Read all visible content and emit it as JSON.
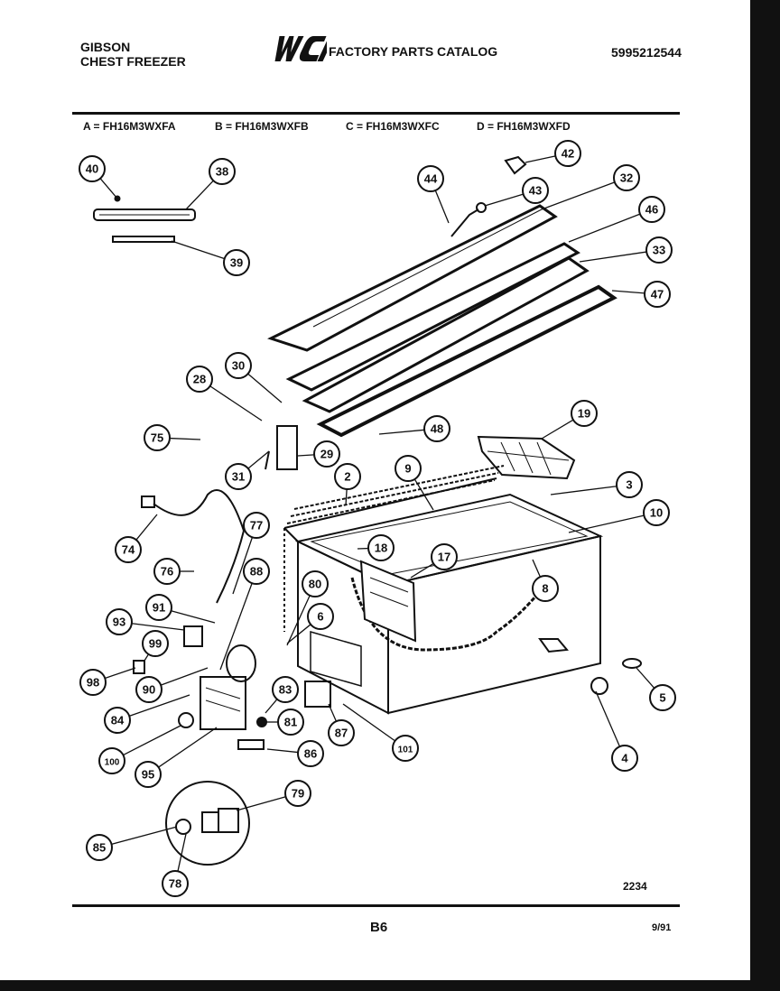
{
  "header": {
    "brand": "GIBSON",
    "product": "CHEST FREEZER",
    "logo": "WCI",
    "catalog_title": "FACTORY PARTS CATALOG",
    "part_number": "5995212544"
  },
  "models": [
    "A = FH16M3WXFA",
    "B = FH16M3WXFB",
    "C = FH16M3WXFC",
    "D = FH16M3WXFD"
  ],
  "callouts": [
    "40",
    "38",
    "39",
    "42",
    "44",
    "43",
    "32",
    "46",
    "33",
    "47",
    "28",
    "30",
    "75",
    "31",
    "29",
    "48",
    "19",
    "2",
    "9",
    "3",
    "10",
    "77",
    "18",
    "17",
    "74",
    "76",
    "88",
    "80",
    "8",
    "91",
    "6",
    "93",
    "99",
    "98",
    "90",
    "83",
    "5",
    "84",
    "81",
    "87",
    "100",
    "101",
    "4",
    "95",
    "86",
    "79",
    "85",
    "78"
  ],
  "footer": {
    "drawing_number": "2234",
    "page_label": "B6",
    "date": "9/91"
  }
}
